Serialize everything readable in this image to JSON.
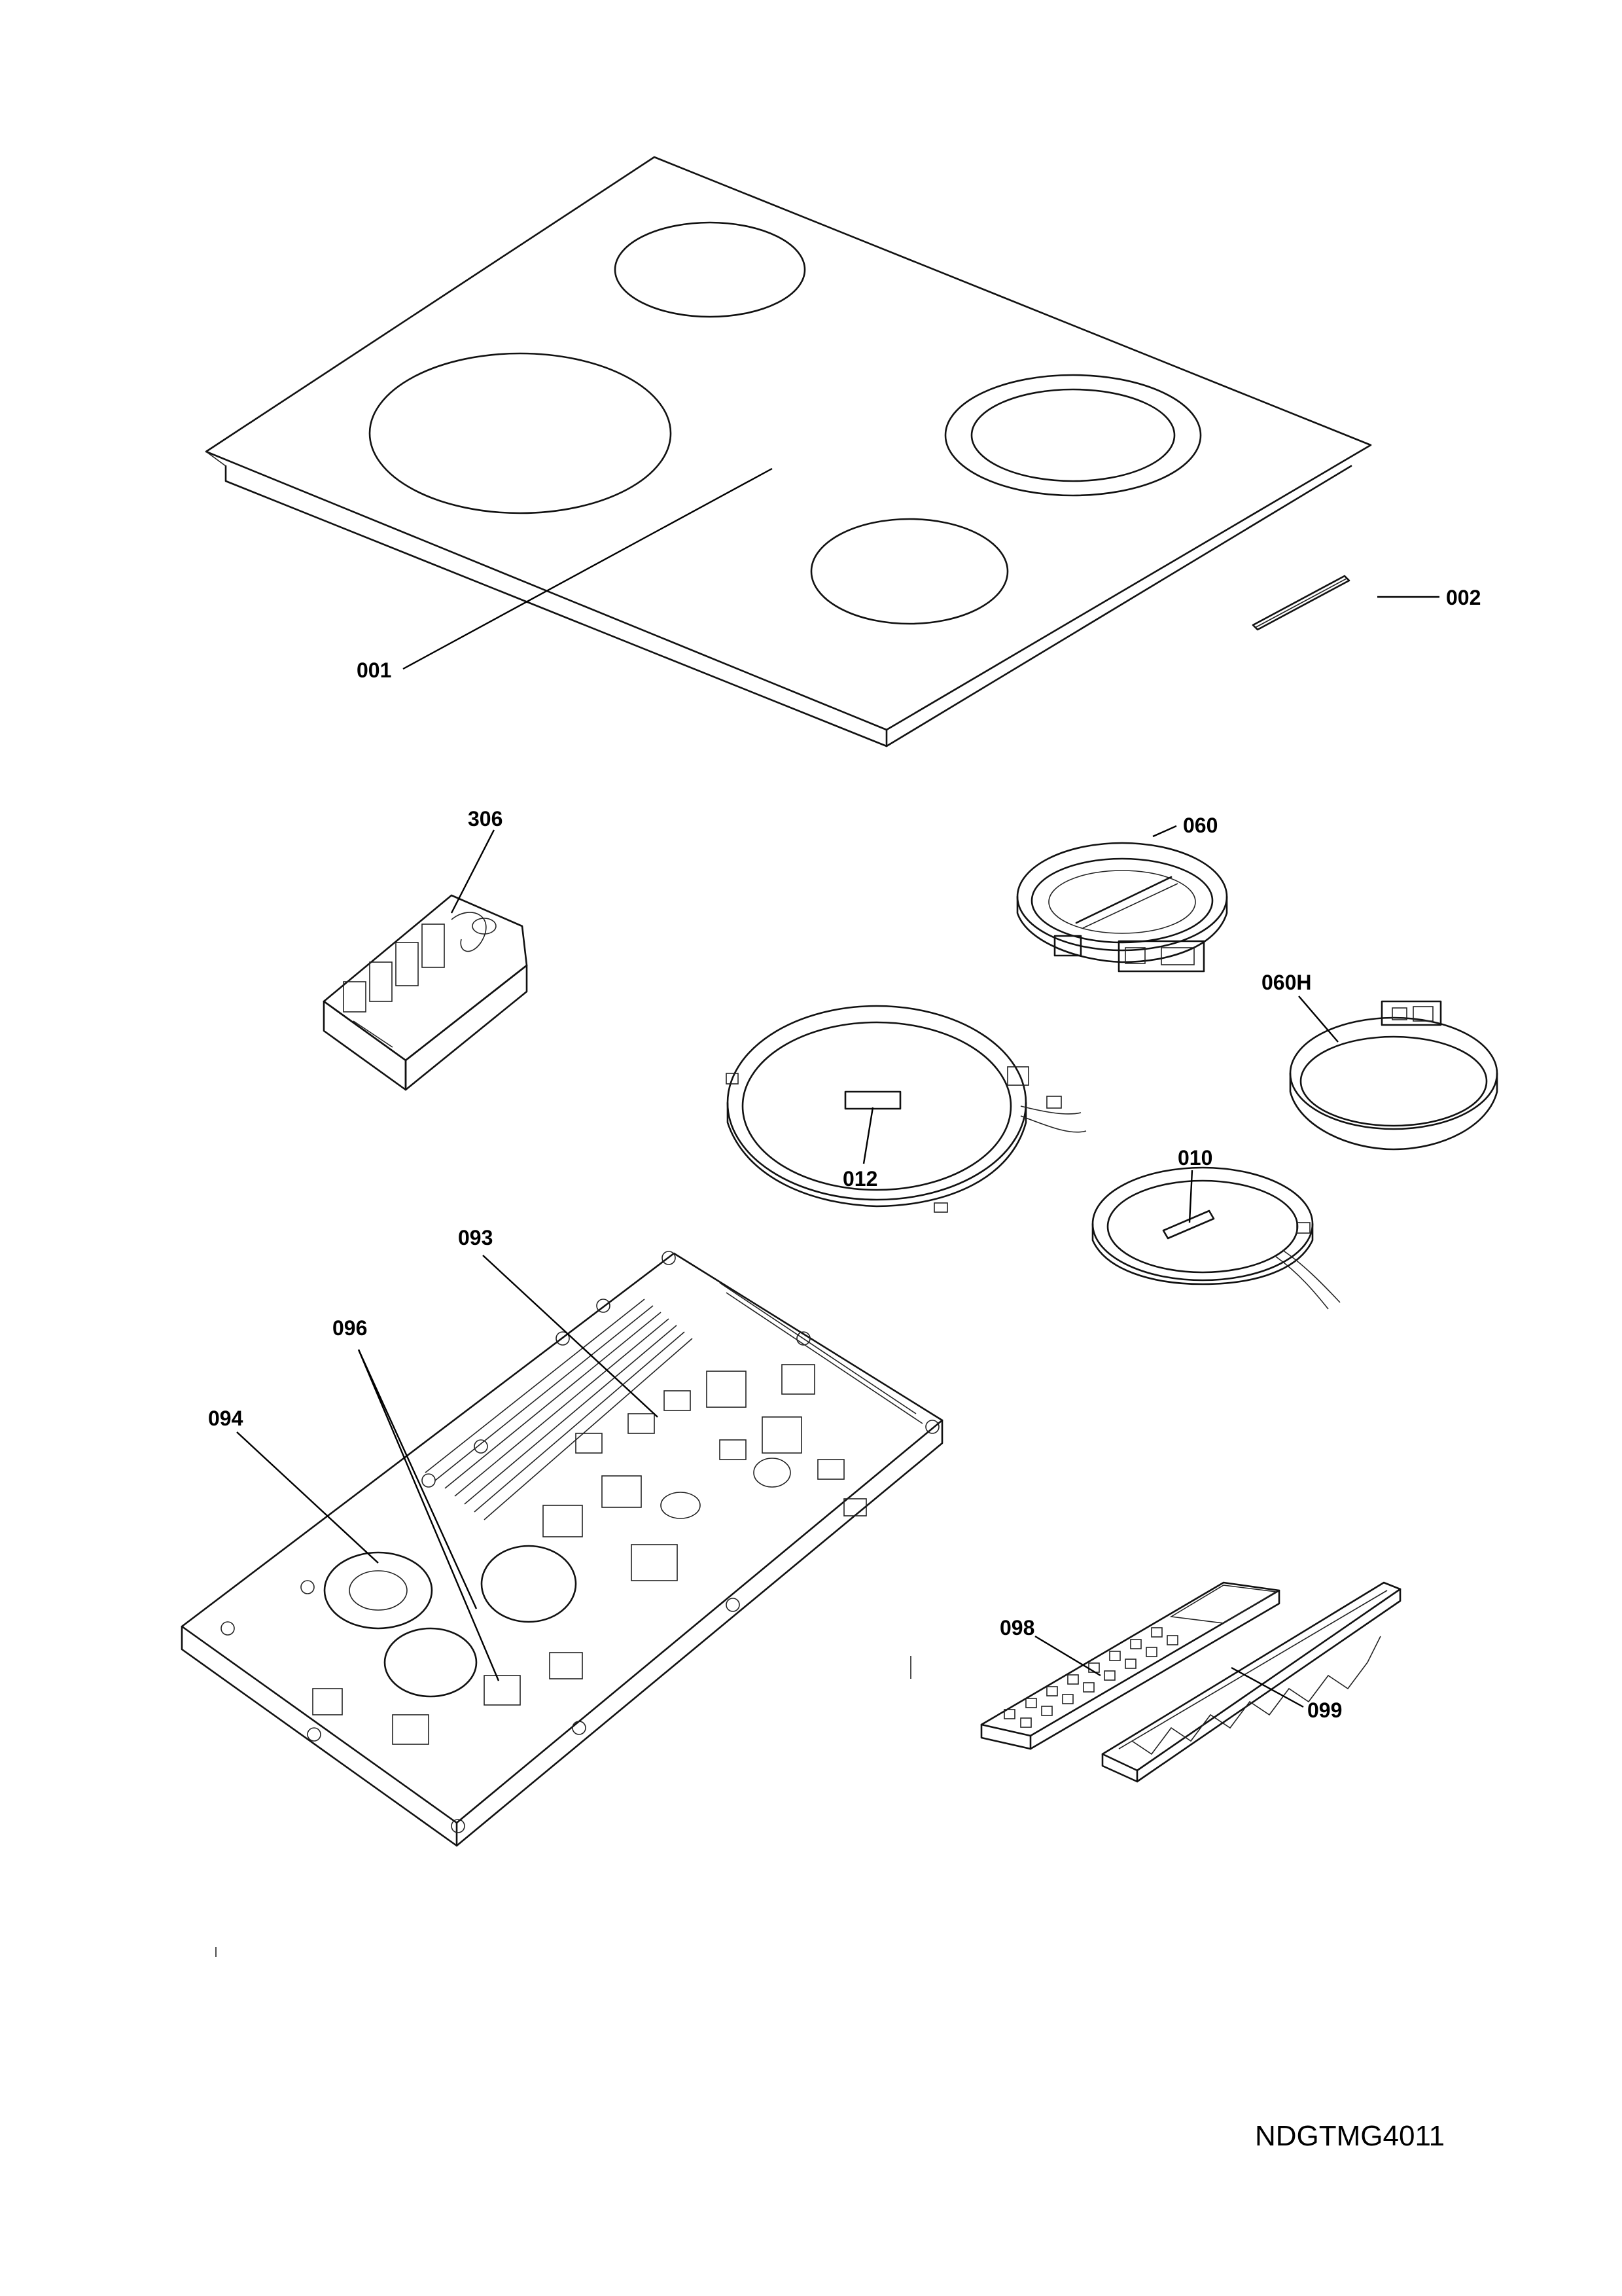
{
  "drawing": {
    "reference_code": "NDGTMG4011"
  },
  "labels": {
    "p001": "001",
    "p002": "002",
    "p306": "306",
    "p060": "060",
    "p060H": "060H",
    "p012": "012",
    "p010": "010",
    "p093": "093",
    "p096": "096",
    "p094": "094",
    "p098": "098",
    "p099": "099"
  }
}
